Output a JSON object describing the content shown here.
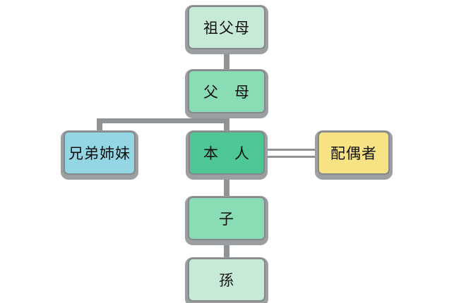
{
  "diagram": {
    "type": "family-tree",
    "nodes": [
      {
        "id": "grandparents",
        "label": "祖父母",
        "fill": "#c7ead7"
      },
      {
        "id": "parents",
        "label": "父　母",
        "fill": "#8adcb4"
      },
      {
        "id": "siblings",
        "label": "兄弟姉妹",
        "fill": "#95d6e5"
      },
      {
        "id": "self",
        "label": "本　人",
        "fill": "#4ec795"
      },
      {
        "id": "spouse",
        "label": "配偶者",
        "fill": "#f7e383"
      },
      {
        "id": "child",
        "label": "子",
        "fill": "#8adcb4"
      },
      {
        "id": "grandchild",
        "label": "孫",
        "fill": "#c7ead7"
      }
    ],
    "edges": [
      {
        "from": "grandparents",
        "to": "parents",
        "style": "single-line"
      },
      {
        "from": "parents",
        "to": "self",
        "style": "single-line"
      },
      {
        "from": "parents",
        "to": "siblings",
        "style": "single-line"
      },
      {
        "from": "self",
        "to": "spouse",
        "style": "double-line"
      },
      {
        "from": "self",
        "to": "child",
        "style": "single-line"
      },
      {
        "from": "child",
        "to": "grandchild",
        "style": "single-line"
      }
    ],
    "colors": {
      "connector": "#8f9396",
      "node_border": "#85898b",
      "node_shadow": "#9b9fa1",
      "text": "#111111",
      "background": "#ffffff"
    }
  }
}
